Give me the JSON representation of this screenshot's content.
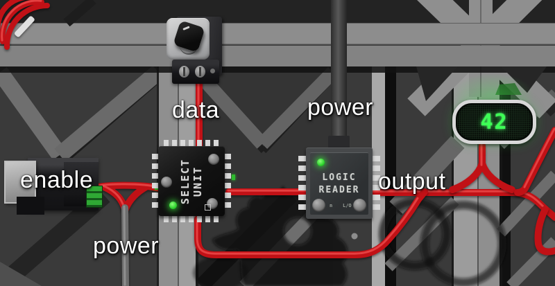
{
  "hud_labels": {
    "data": "data",
    "power_top": "power",
    "enable": "enable",
    "power_bottom": "power",
    "output": "output"
  },
  "select_unit": {
    "line1": "SELECT",
    "line2": "UNIT"
  },
  "logic_reader": {
    "line1": "LOGIC",
    "line2": "READER",
    "port_left": "n",
    "port_right": "L/O"
  },
  "led_display": {
    "value": "42"
  },
  "colors": {
    "cable_red": "#c11116",
    "cable_gray": "#6d6d6d",
    "led_green": "#3ae83a",
    "display_green": "#3dff55",
    "display_bezel": "#d8d8d8"
  }
}
